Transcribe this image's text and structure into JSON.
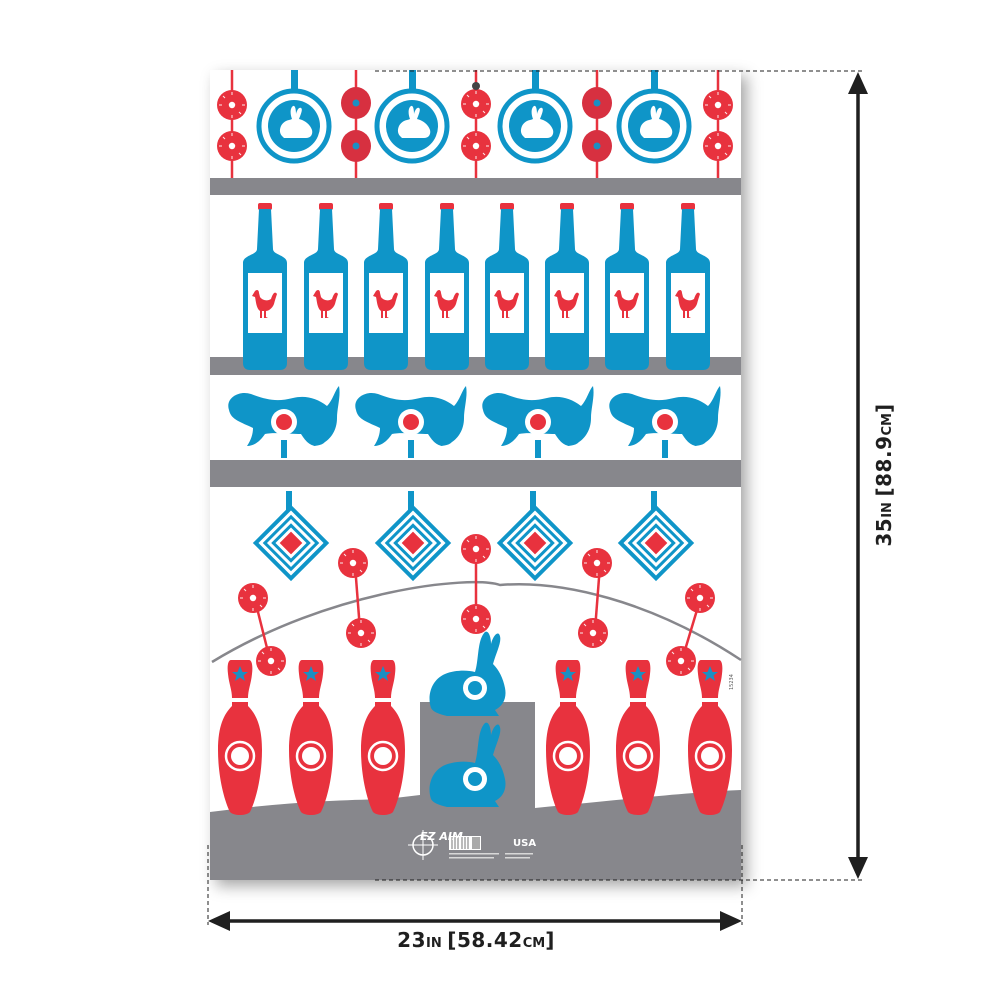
{
  "product": {
    "type": "shooting target poster",
    "brand_logo_text": "EZ AIM",
    "origin_badge": "USA",
    "origin_caption": "MADE IN THE",
    "product_code": "15234"
  },
  "dimensions": {
    "width_main": "23",
    "width_unit": "IN",
    "width_metric_open": "[58.42",
    "width_metric_unit": "CM",
    "width_metric_close": "]",
    "height_main": "35",
    "height_unit": "IN",
    "height_metric_open": "[88.9",
    "height_metric_unit": "CM",
    "height_metric_close": "]"
  },
  "colors": {
    "blue": "#0f95c8",
    "red": "#e8323e",
    "dark_red": "#d42c3a",
    "gray": "#87878c",
    "white": "#ffffff",
    "ink": "#1f1f1f"
  },
  "rows": [
    {
      "name": "rabbit-ring-row",
      "items": "4 blue ring targets with rabbit silhouettes alternating with pairs of red spinner discs"
    },
    {
      "name": "bottle-row",
      "items": "8 blue bottles with red rooster labels"
    },
    {
      "name": "prairie-dog-row",
      "items": "4 blue prairie dogs with red bullseye"
    },
    {
      "name": "diamond-row",
      "items": "4 blue concentric diamond targets with red centers"
    },
    {
      "name": "spinner-arc",
      "items": "10 red dial targets on gray arc"
    },
    {
      "name": "bowling-pin-row",
      "items": "6 red bowling pins with blue stars and 2 blue rabbits on gray block"
    }
  ]
}
